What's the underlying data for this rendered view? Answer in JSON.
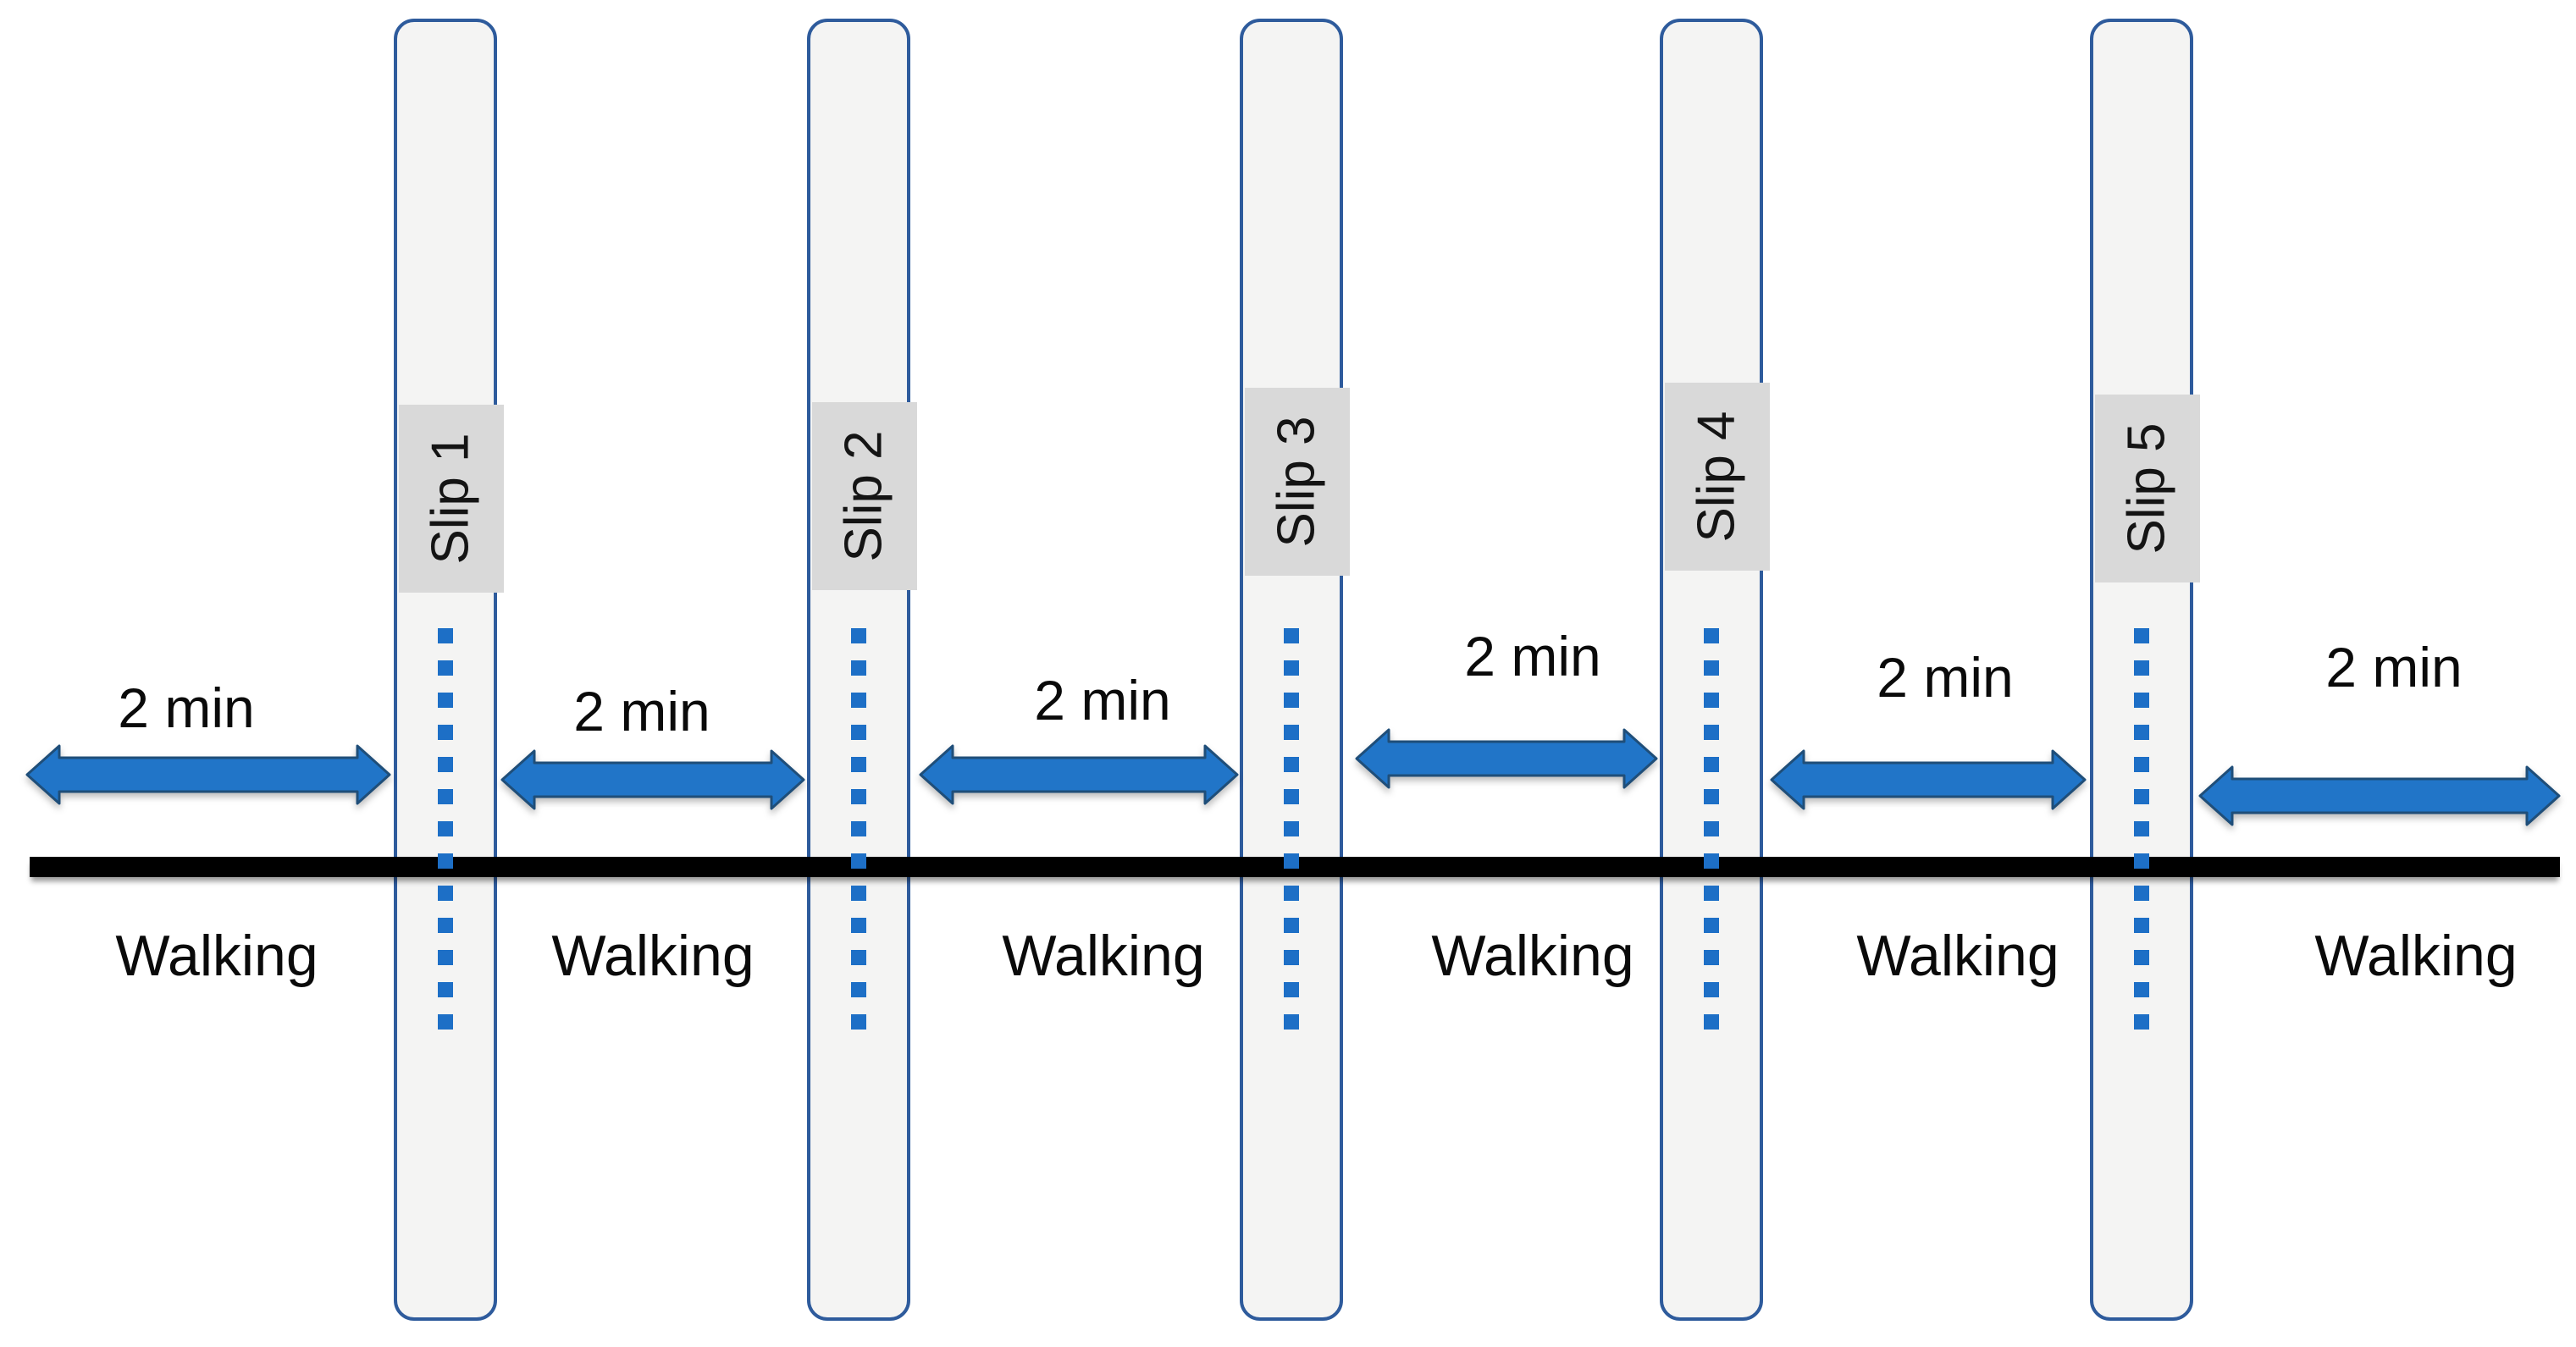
{
  "diagram_type": "walking-slip-timeline",
  "slips": [
    {
      "label": "Slip 1"
    },
    {
      "label": "Slip 2"
    },
    {
      "label": "Slip 3"
    },
    {
      "label": "Slip 4"
    },
    {
      "label": "Slip 5"
    }
  ],
  "segments": [
    {
      "duration_label": "2 min",
      "activity_label": "Walking"
    },
    {
      "duration_label": "2 min",
      "activity_label": "Walking"
    },
    {
      "duration_label": "2 min",
      "activity_label": "Walking"
    },
    {
      "duration_label": "2 min",
      "activity_label": "Walking"
    },
    {
      "duration_label": "2 min",
      "activity_label": "Walking"
    },
    {
      "duration_label": "2 min",
      "activity_label": "Walking"
    }
  ],
  "colors": {
    "arrow_fill": "#2175C8",
    "arrow_outline": "#1F4E79",
    "dashed_line_blue": "#1D6FC6",
    "column_border_blue": "#2E5B9C",
    "column_fill": "#F4F4F3",
    "label_plate_gray": "#D9D9D9",
    "timeline_black": "#000000",
    "text_black": "#0A0A0A"
  }
}
